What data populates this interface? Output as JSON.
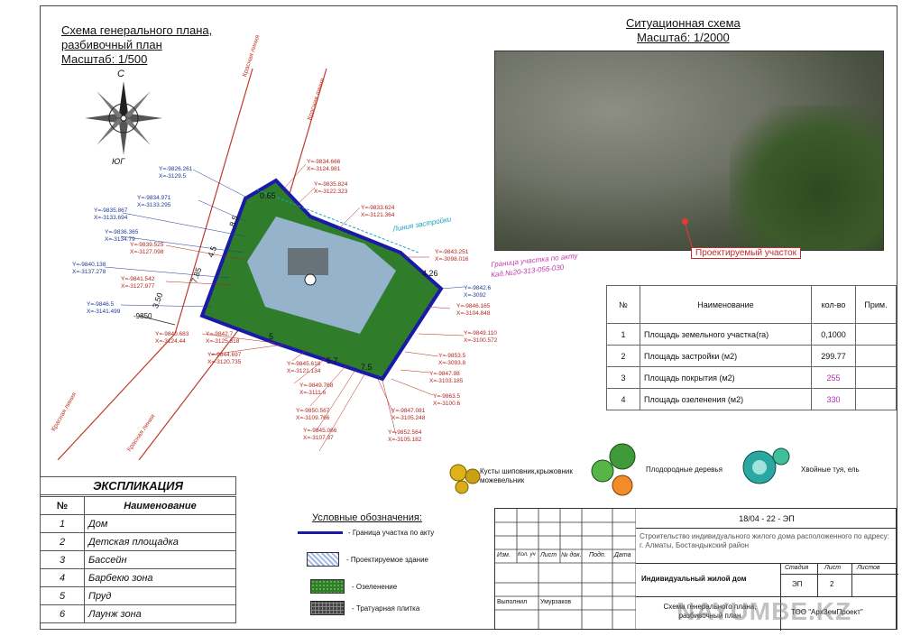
{
  "plan": {
    "title_line1": "Схема генерального плана,",
    "title_line2": "разбивочный план",
    "scale": "Масштаб: 1/500",
    "compass_n": "С",
    "compass_s": "ЮГ",
    "red_line_1": "Красная линия",
    "red_line_2": "Красная линия",
    "red_line_3": "Красная линия",
    "red_line_4": "Красная линия",
    "build_line": "Линия застройки",
    "boundary_label": "Граница участка по акту",
    "cadastral": "Кад.№20-313-056-030",
    "level_mark": "-9850",
    "coords_blue": [
      {
        "y": "Y=-9826.261",
        "x": "X=-3129.5"
      },
      {
        "y": "Y=-9834.971",
        "x": "X=-3133.295"
      },
      {
        "y": "Y=-9835.867",
        "x": "X=-3133.694"
      },
      {
        "y": "Y=-9836.365",
        "x": "X=-3134.79"
      },
      {
        "y": "Y=-9840.138",
        "x": "X=-3137.278"
      },
      {
        "y": "Y=-9846.5",
        "x": "X=-3141.499"
      },
      {
        "y": "Y=-9842.6",
        "x": "X=-3092"
      }
    ],
    "coords_red": [
      {
        "y": "Y=-9834.666",
        "x": "X=-3124.981"
      },
      {
        "y": "Y=-9835.824",
        "x": "X=-3122.323"
      },
      {
        "y": "Y=-9833.624",
        "x": "X=-3121.364"
      },
      {
        "y": "Y=-9839.525",
        "x": "X=-3127.098"
      },
      {
        "y": "Y=-9841.542",
        "x": "X=-3127.977"
      },
      {
        "y": "Y=-9843.251",
        "x": "X=-3098.016"
      },
      {
        "y": "Y=-9846.165",
        "x": "X=-3104.848"
      },
      {
        "y": "Y=-9849.110",
        "x": "X=-3100.572"
      },
      {
        "y": "Y=-9853.5",
        "x": "X=-3093.8"
      },
      {
        "y": "Y=-9847.98",
        "x": "X=-3103.185"
      },
      {
        "y": "Y=-9863.5",
        "x": "X=-3100.6"
      },
      {
        "y": "Y=-9840.683",
        "x": "X=-3124.44"
      },
      {
        "y": "Y=-9842.7",
        "x": "X=-3125.318"
      },
      {
        "y": "Y=-9844.697",
        "x": "X=-3120.735"
      },
      {
        "y": "Y=-9845.618",
        "x": "X=-3121.134"
      },
      {
        "y": "Y=-9849.768",
        "x": "X=-3111.6"
      },
      {
        "y": "Y=-9850.567",
        "x": "X=-3109.766"
      },
      {
        "y": "Y=-9845.066",
        "x": "X=-3107.37"
      },
      {
        "y": "Y=-9847.081",
        "x": "X=-3105.248"
      },
      {
        "y": "Y=-9852.564",
        "x": "X=-3105.182"
      }
    ],
    "dims": [
      "0.65",
      "8.5",
      "4.5",
      "7.85",
      "3.50",
      "4.26",
      "5",
      "5.7",
      "7.5"
    ]
  },
  "situation": {
    "title": "Ситуационная схема",
    "scale": "Масштаб: 1/2000",
    "site_label": "Проектируемый участок"
  },
  "summary": {
    "headers": [
      "№",
      "Наименование",
      "кол-во",
      "Прим."
    ],
    "rows": [
      {
        "n": "1",
        "name": "Площадь земельного участка(га)",
        "val": "0,1000"
      },
      {
        "n": "2",
        "name": "Площадь застройки (м2)",
        "val": "299.77"
      },
      {
        "n": "3",
        "name": "Площадь покрытия (м2)",
        "val": "255"
      },
      {
        "n": "4",
        "name": "Площадь озеленения (м2)",
        "val": "330"
      }
    ]
  },
  "plants": {
    "shrubs": "Кусты шиповник,крыжовник можевельник",
    "fruit": "Плодородные деревья",
    "conifer": "Хвойные туя, ель"
  },
  "explication": {
    "title": "ЭКСПЛИКАЦИЯ",
    "col_n": "№",
    "col_name": "Наименование",
    "rows": [
      {
        "n": "1",
        "name": "Дом"
      },
      {
        "n": "2",
        "name": "Детская площадка"
      },
      {
        "n": "3",
        "name": "Бассейн"
      },
      {
        "n": "4",
        "name": "Барбекю зона"
      },
      {
        "n": "5",
        "name": "Пруд"
      },
      {
        "n": "6",
        "name": "Лаунж зона"
      }
    ]
  },
  "legend": {
    "title": "Условные обозначения:",
    "boundary": "- Граница участка по акту",
    "building": "- Проектируемое здание",
    "greening": "- Озеленение",
    "paving": "- Тратуарная плитка"
  },
  "stamp": {
    "code": "18/04 - 22 - ЭП",
    "project": "Строительство индивидуального жилого дома расположенного по адресу: г. Алматы, Бостандыкский район",
    "headers": [
      "Изм.",
      "Кол. уч",
      "Лист",
      "№ док.",
      "Подп.",
      "Дата"
    ],
    "object": "Индивидуальный жилой дом",
    "stage_h": "Стадия",
    "sheet_h": "Лист",
    "sheets_h": "Листов",
    "stage": "ЭП",
    "sheet": "2",
    "performed": "Выполнил",
    "performer": "Умурзаков",
    "drawing": "Схема генерального плана, разбивочный план",
    "company": "ТОО \"АрхЗемПроект\""
  },
  "watermark": "NAYUMBE.KZ"
}
